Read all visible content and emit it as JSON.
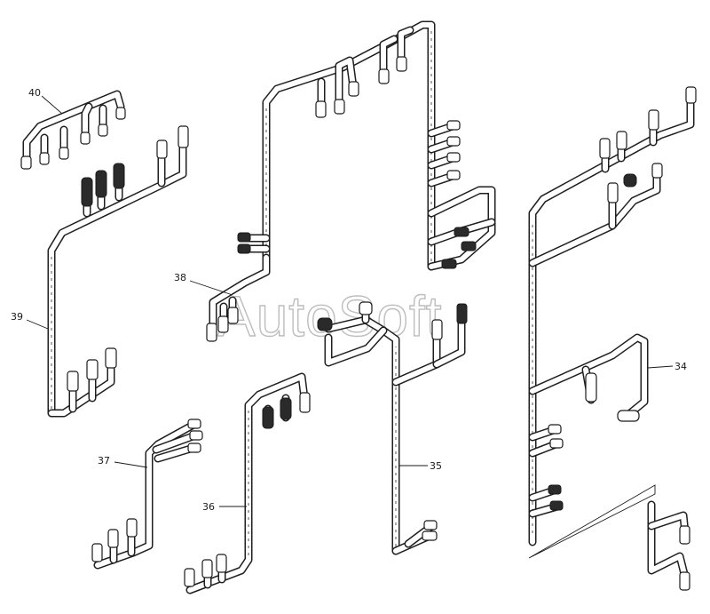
{
  "watermark": "AutoSoft",
  "callouts": [
    {
      "id": "c40",
      "text": "40"
    },
    {
      "id": "c39",
      "text": "39"
    },
    {
      "id": "c38",
      "text": "38"
    },
    {
      "id": "c37",
      "text": "37"
    },
    {
      "id": "c36",
      "text": "36"
    },
    {
      "id": "c35",
      "text": "35"
    },
    {
      "id": "c34",
      "text": "34"
    }
  ]
}
